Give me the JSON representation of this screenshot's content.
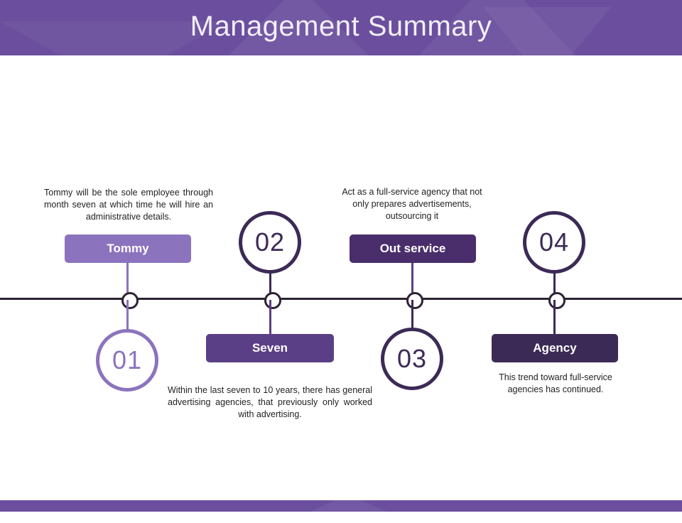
{
  "header": {
    "title": "Management Summary"
  },
  "timeline": {
    "items": [
      {
        "number": "01",
        "label": "Tommy",
        "description": "Tommy will be the sole employee through month seven at which time he will hire an administrative details.",
        "number_position": "below",
        "label_position": "above",
        "description_position": "above",
        "color": "#8c73bd"
      },
      {
        "number": "02",
        "label": "Seven",
        "description": "Within the last seven to 10 years, there has general advertising agencies, that previously only worked with advertising.",
        "number_position": "above",
        "label_position": "below",
        "description_position": "below",
        "color": "#3c2a56"
      },
      {
        "number": "03",
        "label": "Out service",
        "description": "Act as a full-service agency that not only prepares advertisements, outsourcing it",
        "number_position": "below",
        "label_position": "above",
        "description_position": "above",
        "color": "#3c2a56"
      },
      {
        "number": "04",
        "label": "Agency",
        "description": "This trend toward full-service agencies has continued.",
        "number_position": "above",
        "label_position": "below",
        "description_position": "below",
        "color": "#3c2a56"
      }
    ]
  },
  "colors": {
    "brand_purple": "#6b4f9e",
    "light_purple": "#8c73bd",
    "mid_purple": "#5b3f86",
    "dark_purple": "#4a2d6b",
    "darkest_purple": "#3c2a56",
    "line": "#2e2235"
  }
}
